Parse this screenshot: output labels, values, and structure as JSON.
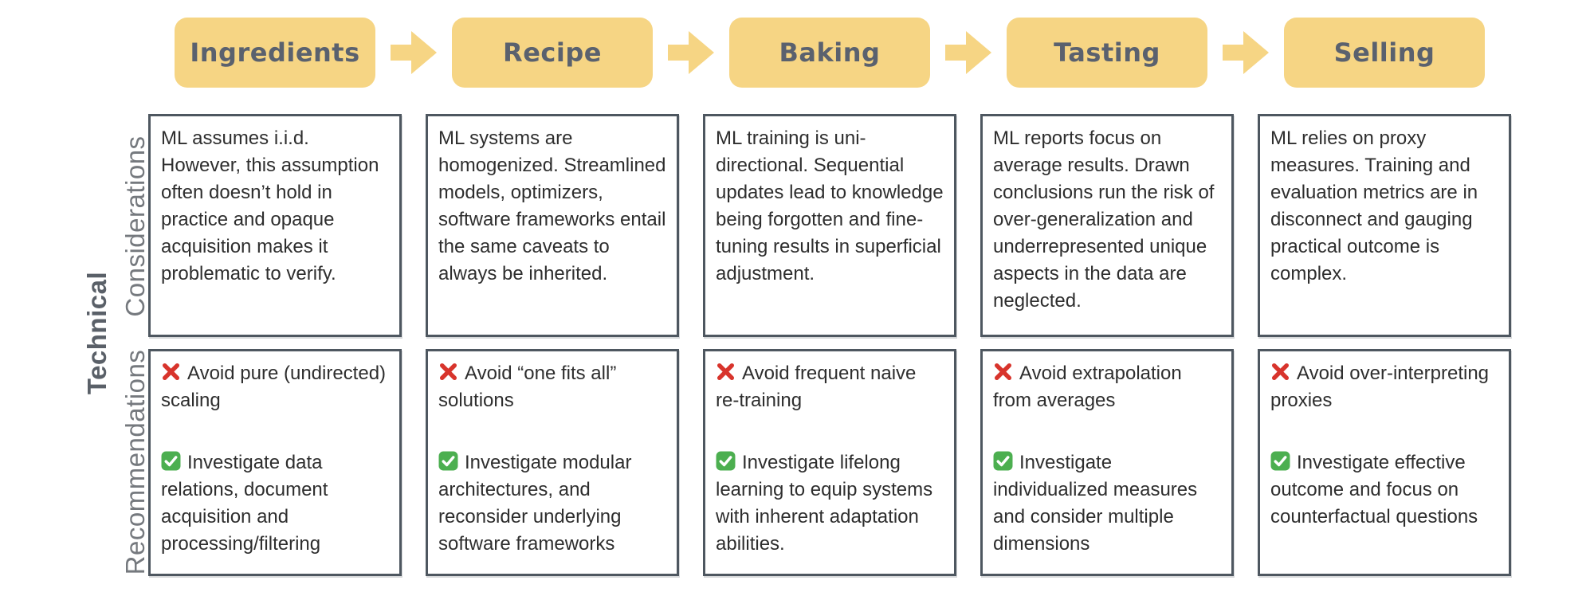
{
  "colors": {
    "stage_fill": "#F6D584",
    "stage_text": "#5A616E",
    "box_border": "#4E5760",
    "body_text": "#2E2E2E",
    "side_label_gray": "#75797E",
    "group_label_gray": "#5A6068",
    "avoid_red": "#D8342C",
    "check_green": "#4CAF50"
  },
  "row_labels": {
    "group": "Technical",
    "top": "Considerations",
    "bottom": "Recommendations"
  },
  "icons": {
    "avoid": "cross-mark",
    "investigate": "check-mark",
    "flow": "right-arrow"
  },
  "stages": [
    {
      "title": "Ingredients",
      "consideration": "ML assumes i.i.d. However, this assumption often doesn’t hold in practice and opaque acquisition makes it problematic to verify.",
      "avoid": "Avoid pure (undirected) scaling",
      "investigate": "Investigate data relations, document acquisition and processing/filtering"
    },
    {
      "title": "Recipe",
      "consideration": "ML systems are homogenized. Streamlined models, optimizers, software frameworks entail the same caveats to always be inherited.",
      "avoid": "Avoid “one fits all” solutions",
      "investigate": "Investigate modular architectures, and reconsider underlying software frameworks"
    },
    {
      "title": "Baking",
      "consideration": "ML training is uni-directional. Sequential updates lead to knowledge being forgotten and fine-tuning results in superficial adjustment.",
      "avoid": "Avoid frequent naive re-training",
      "investigate": "Investigate lifelong learning to equip systems with inherent adaptation abilities."
    },
    {
      "title": "Tasting",
      "consideration": "ML reports focus on average results. Drawn conclusions run the risk of over-generalization and underrepresented unique aspects in the data are neglected.",
      "avoid": "Avoid extrapolation from averages",
      "investigate": "Investigate individualized measures and consider multiple dimensions"
    },
    {
      "title": "Selling",
      "consideration": "ML relies on proxy measures. Training and evaluation metrics are in disconnect and gauging practical outcome is complex.",
      "avoid": "Avoid over-interpreting proxies",
      "investigate": "Investigate effective outcome and focus on counterfactual questions"
    }
  ]
}
